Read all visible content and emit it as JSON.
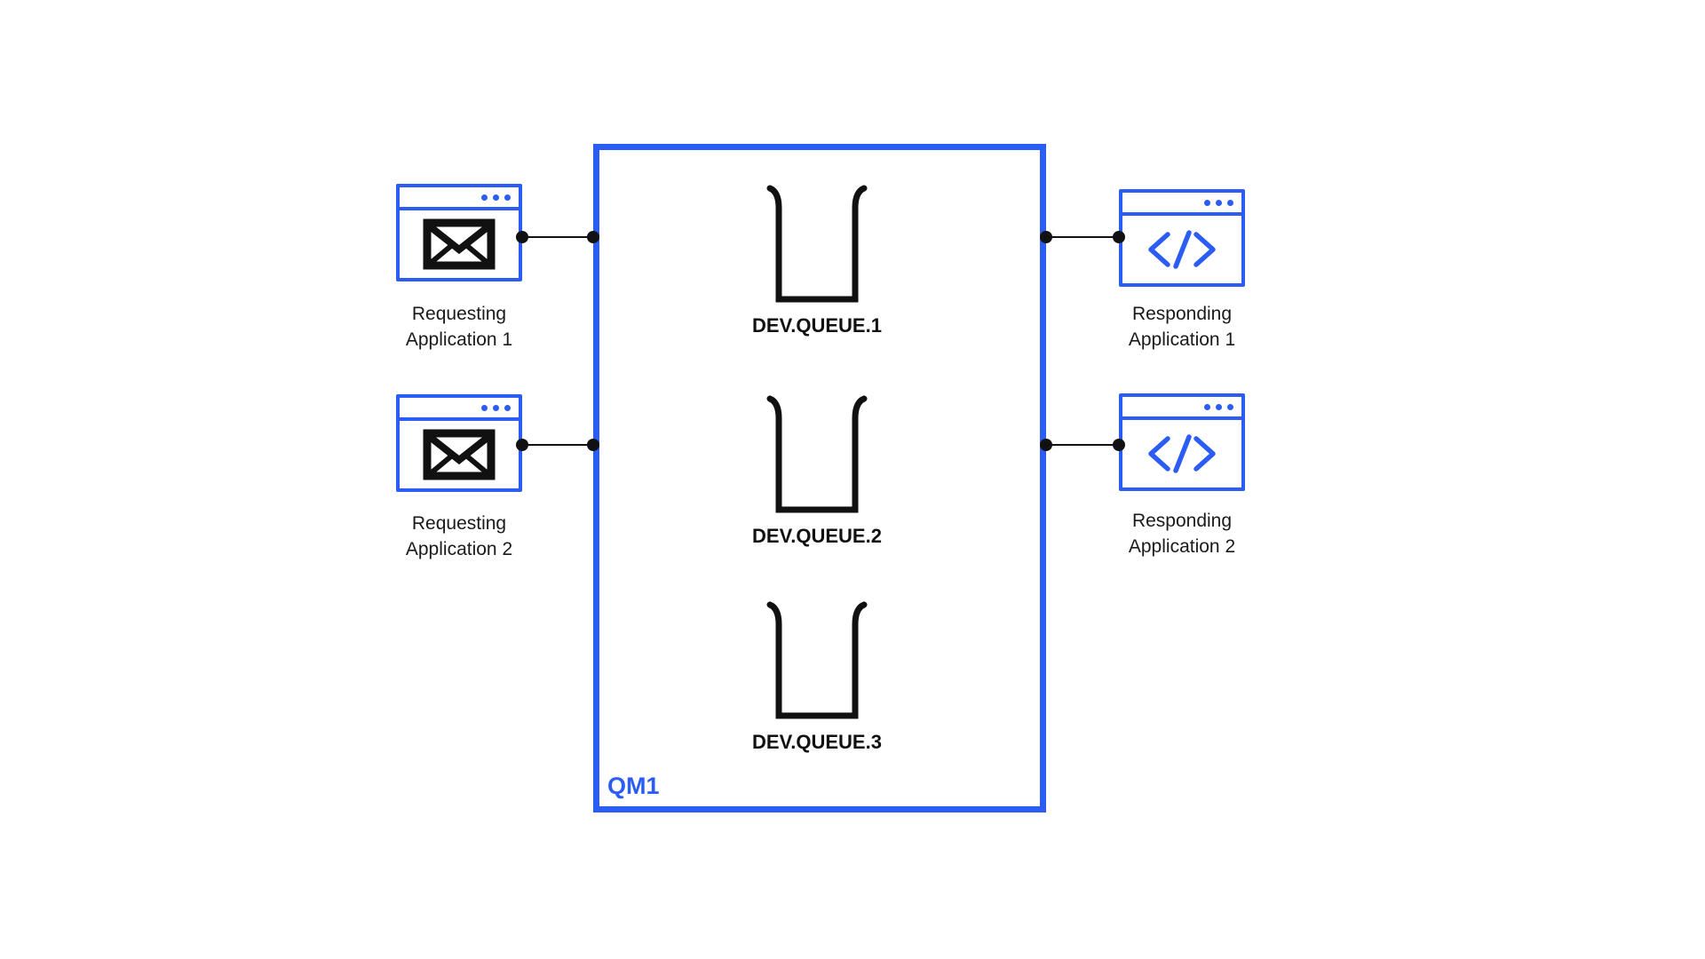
{
  "colors": {
    "accent": "#2B5CF4",
    "ink": "#111111"
  },
  "queue_manager": {
    "name": "QM1",
    "queues": [
      {
        "name": "DEV.QUEUE.1",
        "icon": "queue-bucket-icon"
      },
      {
        "name": "DEV.QUEUE.2",
        "icon": "queue-bucket-icon"
      },
      {
        "name": "DEV.QUEUE.3",
        "icon": "queue-bucket-icon"
      }
    ]
  },
  "applications": {
    "requesting": [
      {
        "line1": "Requesting",
        "line2": "Application 1",
        "icon": "envelope-icon"
      },
      {
        "line1": "Requesting",
        "line2": "Application 2",
        "icon": "envelope-icon"
      }
    ],
    "responding": [
      {
        "line1": "Responding",
        "line2": "Application 1",
        "icon": "code-icon"
      },
      {
        "line1": "Responding",
        "line2": "Application 2",
        "icon": "code-icon"
      }
    ]
  }
}
